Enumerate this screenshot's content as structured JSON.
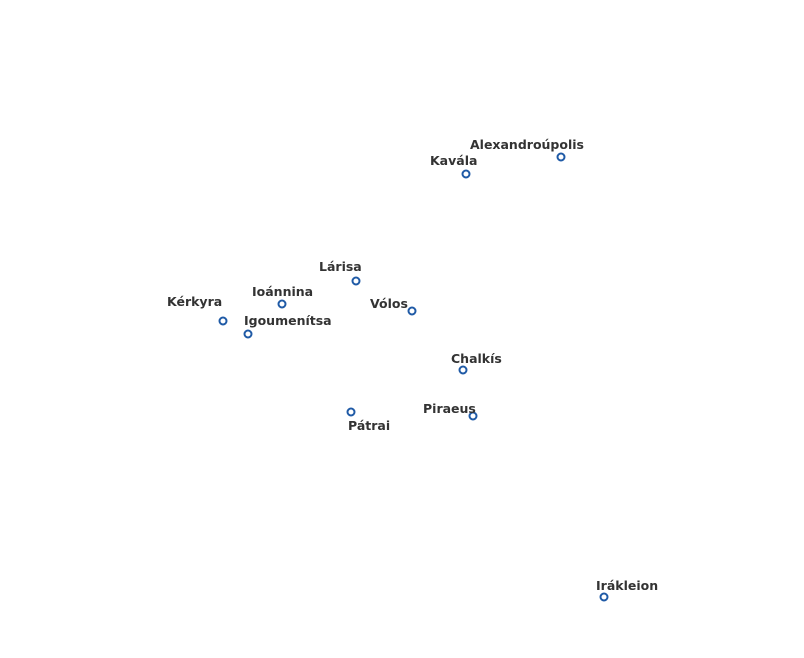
{
  "map": {
    "marker_color": "#1f5aa6",
    "label_color": "#333333",
    "background": "#ffffff",
    "cities": [
      {
        "name": "Alexandroúpolis"
      },
      {
        "name": "Kavála"
      },
      {
        "name": "Lárisa"
      },
      {
        "name": "Ioánnina"
      },
      {
        "name": "Kérkyra"
      },
      {
        "name": "Igoumenítsa"
      },
      {
        "name": "Vólos"
      },
      {
        "name": "Chalkís"
      },
      {
        "name": "Piraeus"
      },
      {
        "name": "Pátrai"
      },
      {
        "name": "Irákleion"
      }
    ]
  }
}
